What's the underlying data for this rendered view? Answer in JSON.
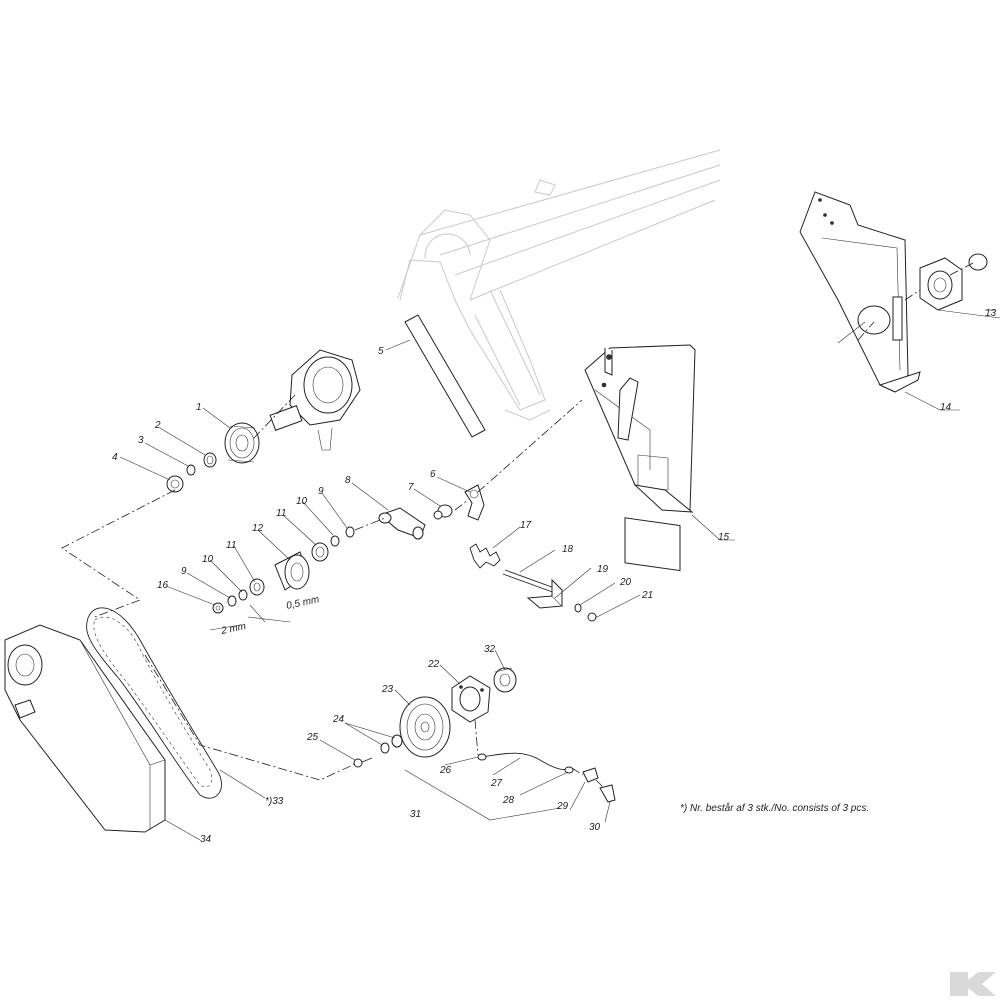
{
  "callouts": [
    {
      "id": "1",
      "label": "1"
    },
    {
      "id": "2",
      "label": "2"
    },
    {
      "id": "3",
      "label": "3"
    },
    {
      "id": "4",
      "label": "4"
    },
    {
      "id": "5",
      "label": "5"
    },
    {
      "id": "6",
      "label": "6"
    },
    {
      "id": "7",
      "label": "7"
    },
    {
      "id": "8",
      "label": "8"
    },
    {
      "id": "9a",
      "label": "9"
    },
    {
      "id": "9b",
      "label": "9"
    },
    {
      "id": "10a",
      "label": "10"
    },
    {
      "id": "10b",
      "label": "10"
    },
    {
      "id": "11a",
      "label": "11"
    },
    {
      "id": "11b",
      "label": "11"
    },
    {
      "id": "12",
      "label": "12"
    },
    {
      "id": "13",
      "label": "13"
    },
    {
      "id": "14",
      "label": "14"
    },
    {
      "id": "15",
      "label": "15"
    },
    {
      "id": "16",
      "label": "16"
    },
    {
      "id": "17",
      "label": "17"
    },
    {
      "id": "18",
      "label": "18"
    },
    {
      "id": "19",
      "label": "19"
    },
    {
      "id": "20",
      "label": "20"
    },
    {
      "id": "21",
      "label": "21"
    },
    {
      "id": "22",
      "label": "22"
    },
    {
      "id": "23",
      "label": "23"
    },
    {
      "id": "24",
      "label": "24"
    },
    {
      "id": "25",
      "label": "25"
    },
    {
      "id": "26",
      "label": "26"
    },
    {
      "id": "27",
      "label": "27"
    },
    {
      "id": "28",
      "label": "28"
    },
    {
      "id": "29",
      "label": "29"
    },
    {
      "id": "30",
      "label": "30"
    },
    {
      "id": "31",
      "label": "31"
    },
    {
      "id": "32",
      "label": "32"
    },
    {
      "id": "33",
      "label": "*)33"
    },
    {
      "id": "34",
      "label": "34"
    }
  ],
  "dimensions": {
    "gap_2mm": "2 mm",
    "gap_05mm": "0,5 mm"
  },
  "footnote": "*)  Nr. består af 3 stk./No. consists of 3 pcs.",
  "logo": {
    "text": "K",
    "color": "#d9d9d9"
  },
  "colors": {
    "ink": "#222222",
    "background": "#ffffff",
    "frame_ghost": "#c9c9c9"
  }
}
